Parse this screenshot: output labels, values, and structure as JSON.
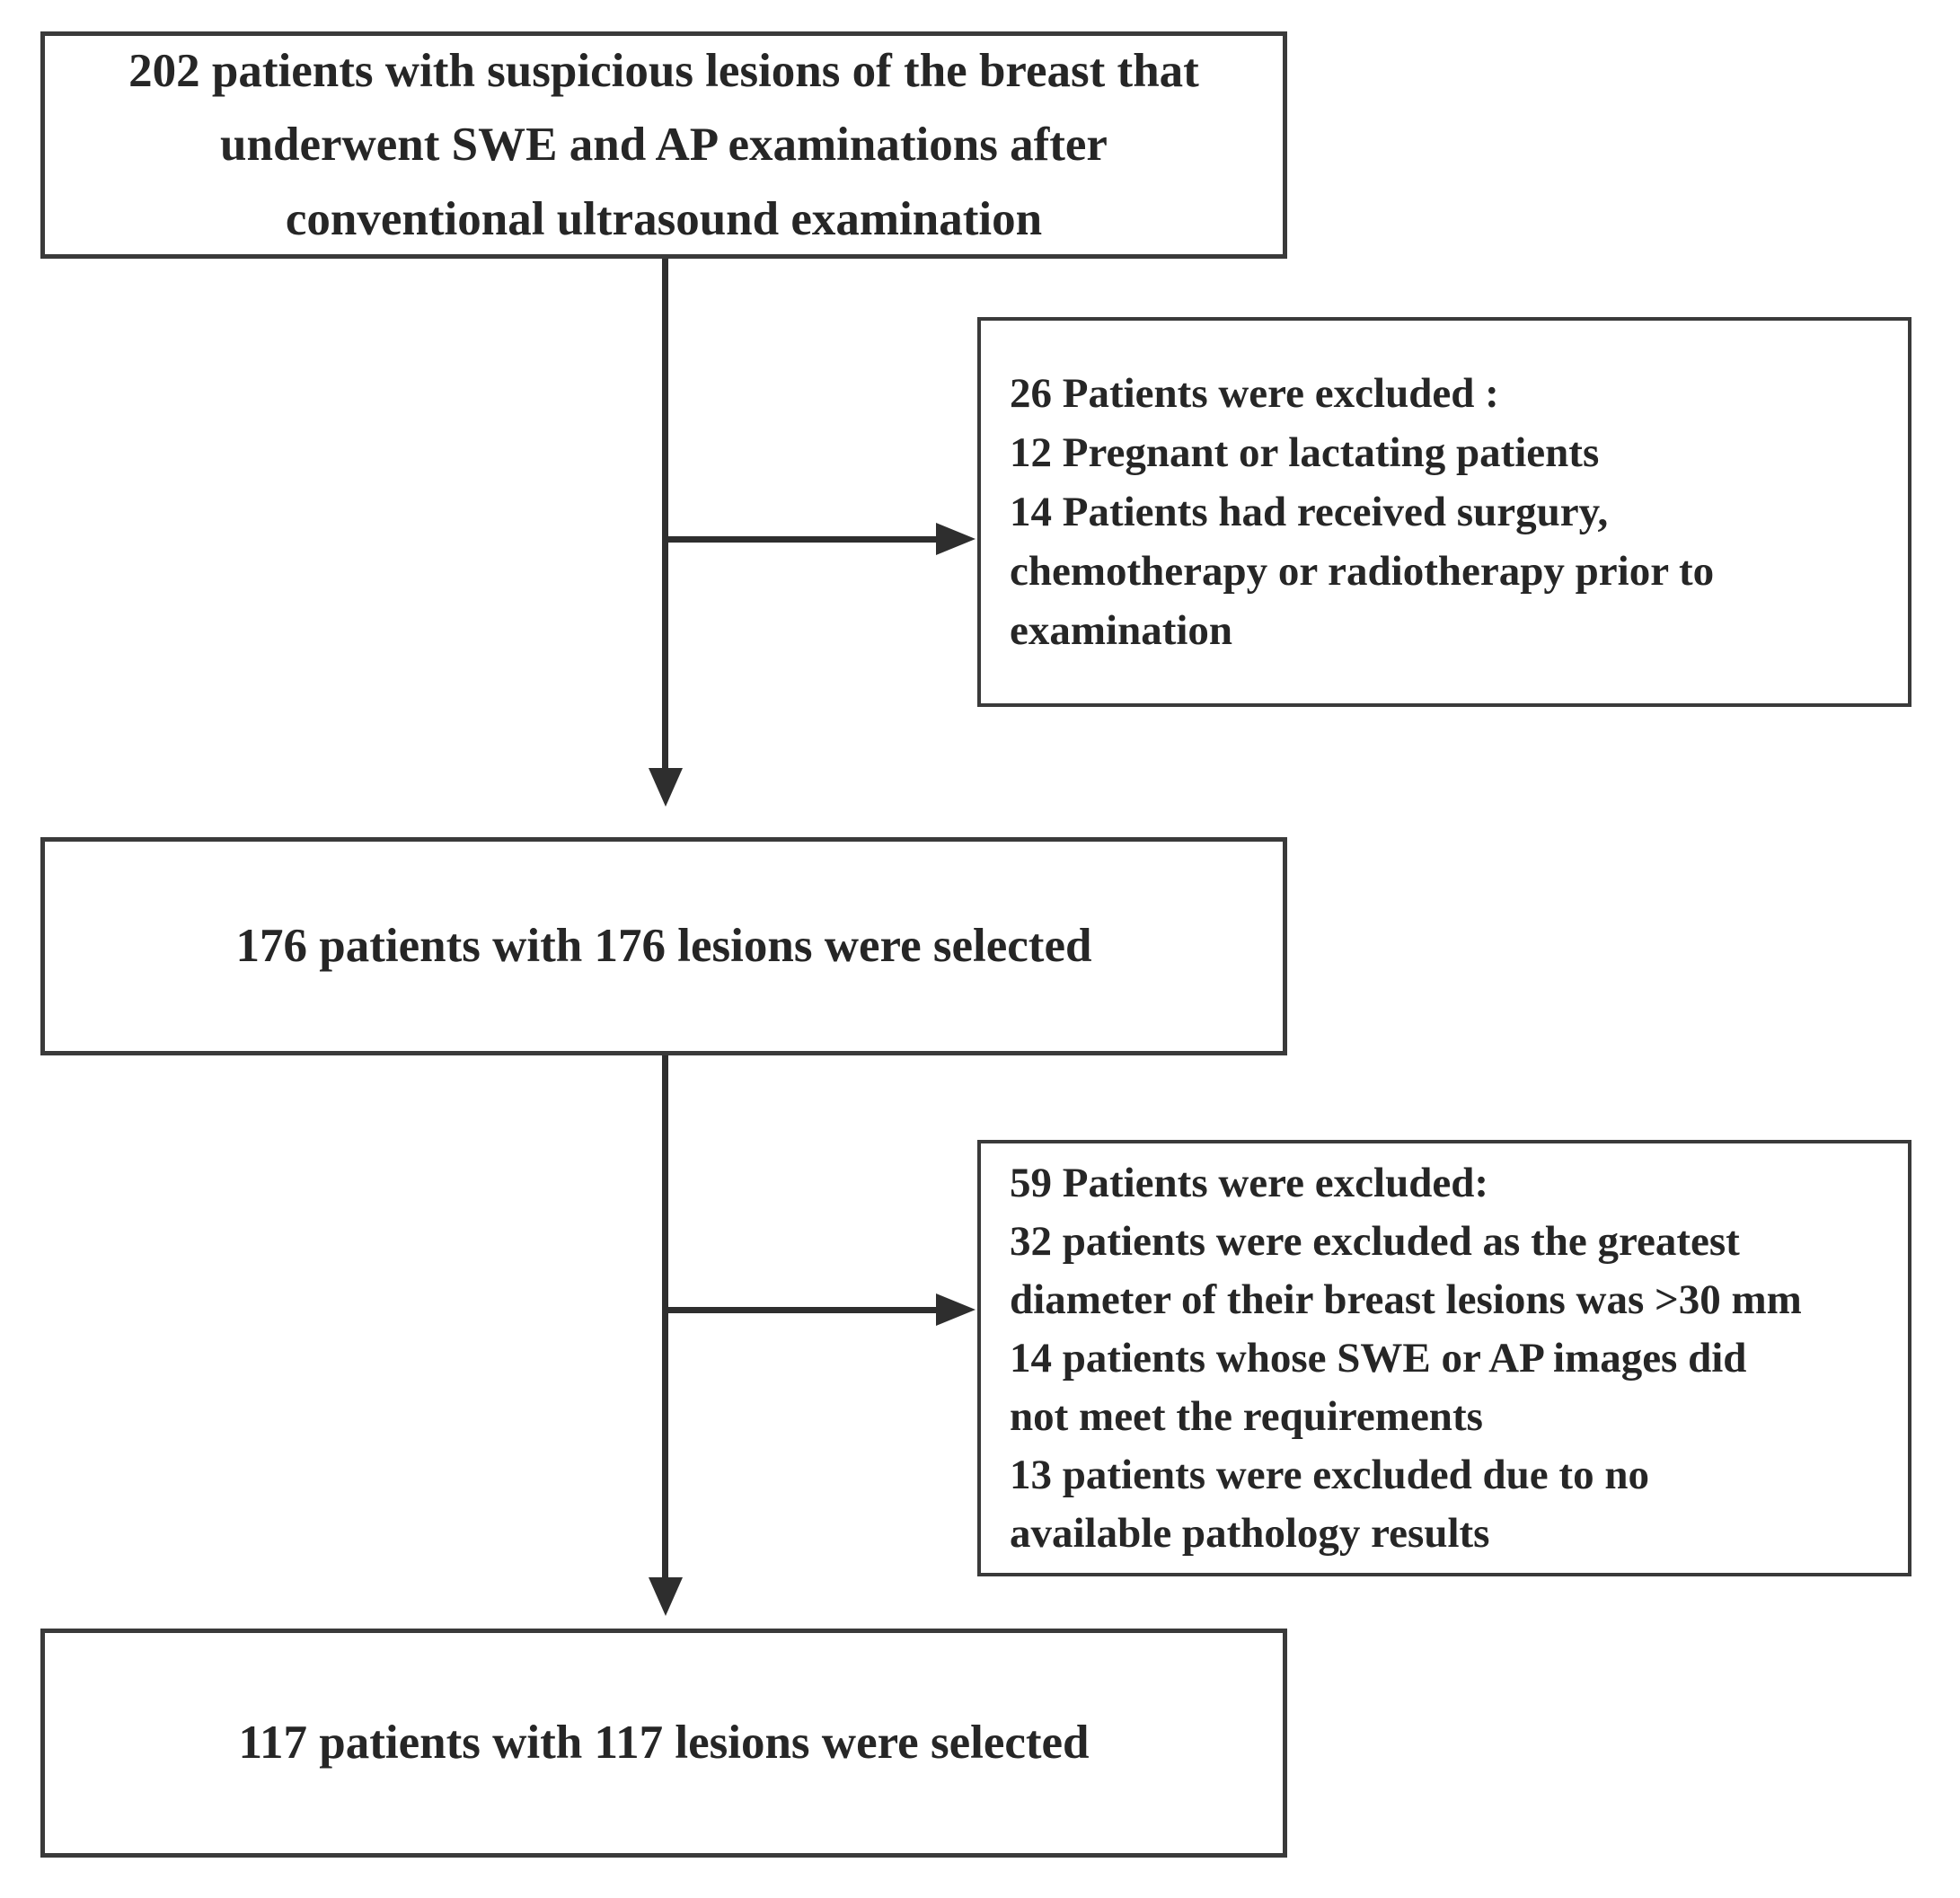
{
  "diagram": {
    "type": "flowchart",
    "boxes": {
      "top": {
        "lines": [
          "202 patients with suspicious lesions of the breast that",
          "underwent SWE and AP examinations after",
          "conventional ultrasound examination"
        ]
      },
      "exclusion1": {
        "lines": [
          "26 Patients were excluded :",
          "12 Pregnant or lactating patients",
          "14 Patients had received surgury,",
          "chemotherapy or radiotherapy prior to",
          "examination"
        ]
      },
      "middle": {
        "lines": [
          "176 patients with 176 lesions were selected"
        ]
      },
      "exclusion2": {
        "lines": [
          "59 Patients were excluded:",
          "32 patients were excluded as the greatest",
          "diameter of their breast lesions was >30 mm",
          "14 patients whose SWE or AP images did",
          "not meet the requirements",
          "13 patients were excluded due to no",
          "available pathology results"
        ]
      },
      "bottom": {
        "lines": [
          "117 patients with 117 lesions were selected"
        ]
      }
    },
    "counts": {
      "initial_patients": "202",
      "excluded_first": "26",
      "pregnant_or_lactating": "12",
      "prior_treatment": "14",
      "selected_first": "176",
      "excluded_second": "59",
      "lesion_over_30mm": "32",
      "images_not_meeting_requirements": "14",
      "no_pathology_results": "13",
      "selected_final": "117"
    },
    "colors": {
      "background": "#ffffff",
      "box_border": "#3a3a3a",
      "arrow": "#2e2e2e",
      "text": "#262626"
    }
  }
}
